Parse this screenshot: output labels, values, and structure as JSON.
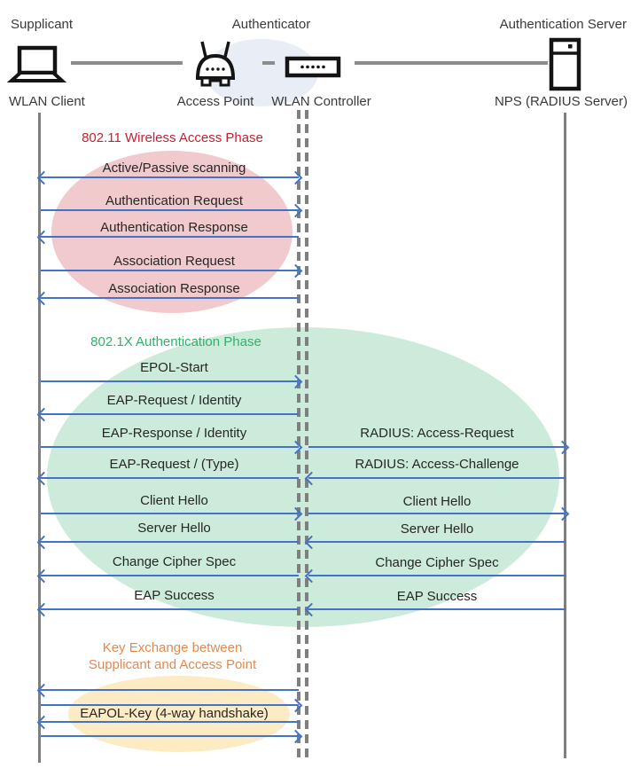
{
  "header": {
    "roles": {
      "supplicant": "Supplicant",
      "authenticator": "Authenticator",
      "auth_server": "Authentication Server"
    },
    "devices": {
      "client": "WLAN Client",
      "ap": "Access Point",
      "controller": "WLAN Controller",
      "server": "NPS (RADIUS Server)"
    },
    "icons": [
      "laptop-icon",
      "access-point-icon",
      "wlan-controller-icon",
      "server-icon"
    ]
  },
  "phases": [
    {
      "title": "802.11 Wireless Access Phase",
      "title_color": "#C42132",
      "ellipse_color": "#F0CACC",
      "messages": [
        {
          "label": "Active/Passive scanning",
          "direction": "both",
          "from": "WLAN Client",
          "to": "WLAN Controller"
        },
        {
          "label": "Authentication Request",
          "direction": "right",
          "from": "WLAN Client",
          "to": "WLAN Controller"
        },
        {
          "label": "Authentication Response",
          "direction": "left",
          "from": "WLAN Controller",
          "to": "WLAN Client"
        },
        {
          "label": "Association Request",
          "direction": "right",
          "from": "WLAN Client",
          "to": "WLAN Controller"
        },
        {
          "label": "Association Response",
          "direction": "left",
          "from": "WLAN Controller",
          "to": "WLAN Client"
        }
      ]
    },
    {
      "title": "802.1X Authentication Phase",
      "title_color": "#2EB269",
      "ellipse_color": "#CDEBDB",
      "client_ap_messages": [
        {
          "label": "EPOL-Start",
          "direction": "right"
        },
        {
          "label": "EAP-Request / Identity",
          "direction": "left"
        },
        {
          "label": "EAP-Response / Identity",
          "direction": "right"
        },
        {
          "label": "EAP-Request / (Type)",
          "direction": "left"
        },
        {
          "label": "Client Hello",
          "direction": "right"
        },
        {
          "label": "Server Hello",
          "direction": "left"
        },
        {
          "label": "Change Cipher Spec",
          "direction": "left"
        },
        {
          "label": "EAP Success",
          "direction": "left"
        }
      ],
      "controller_server_messages": [
        {
          "label": "RADIUS: Access-Request",
          "direction": "right"
        },
        {
          "label": "RADIUS: Access-Challenge",
          "direction": "left"
        },
        {
          "label": "Client Hello",
          "direction": "right"
        },
        {
          "label": "Server Hello",
          "direction": "left"
        },
        {
          "label": "Change Cipher Spec",
          "direction": "left"
        },
        {
          "label": "EAP Success",
          "direction": "left"
        }
      ]
    },
    {
      "title": "Key Exchange between Supplicant and Access Point",
      "title_lines": [
        "Key Exchange between",
        "Supplicant and Access Point"
      ],
      "title_color": "#E08A52",
      "ellipse_color": "#FDEBC4",
      "messages": [
        {
          "label": "",
          "direction": "left"
        },
        {
          "label": "",
          "direction": "right"
        },
        {
          "label": "EAPOL-Key (4-way handshake)",
          "direction": "left"
        },
        {
          "label": "",
          "direction": "right"
        }
      ]
    }
  ],
  "colors": {
    "arrow": "#4472C4",
    "lifeline": "#7F7F7F",
    "authenticator_ellipse": "#E9EDF5",
    "text": "#262626"
  }
}
